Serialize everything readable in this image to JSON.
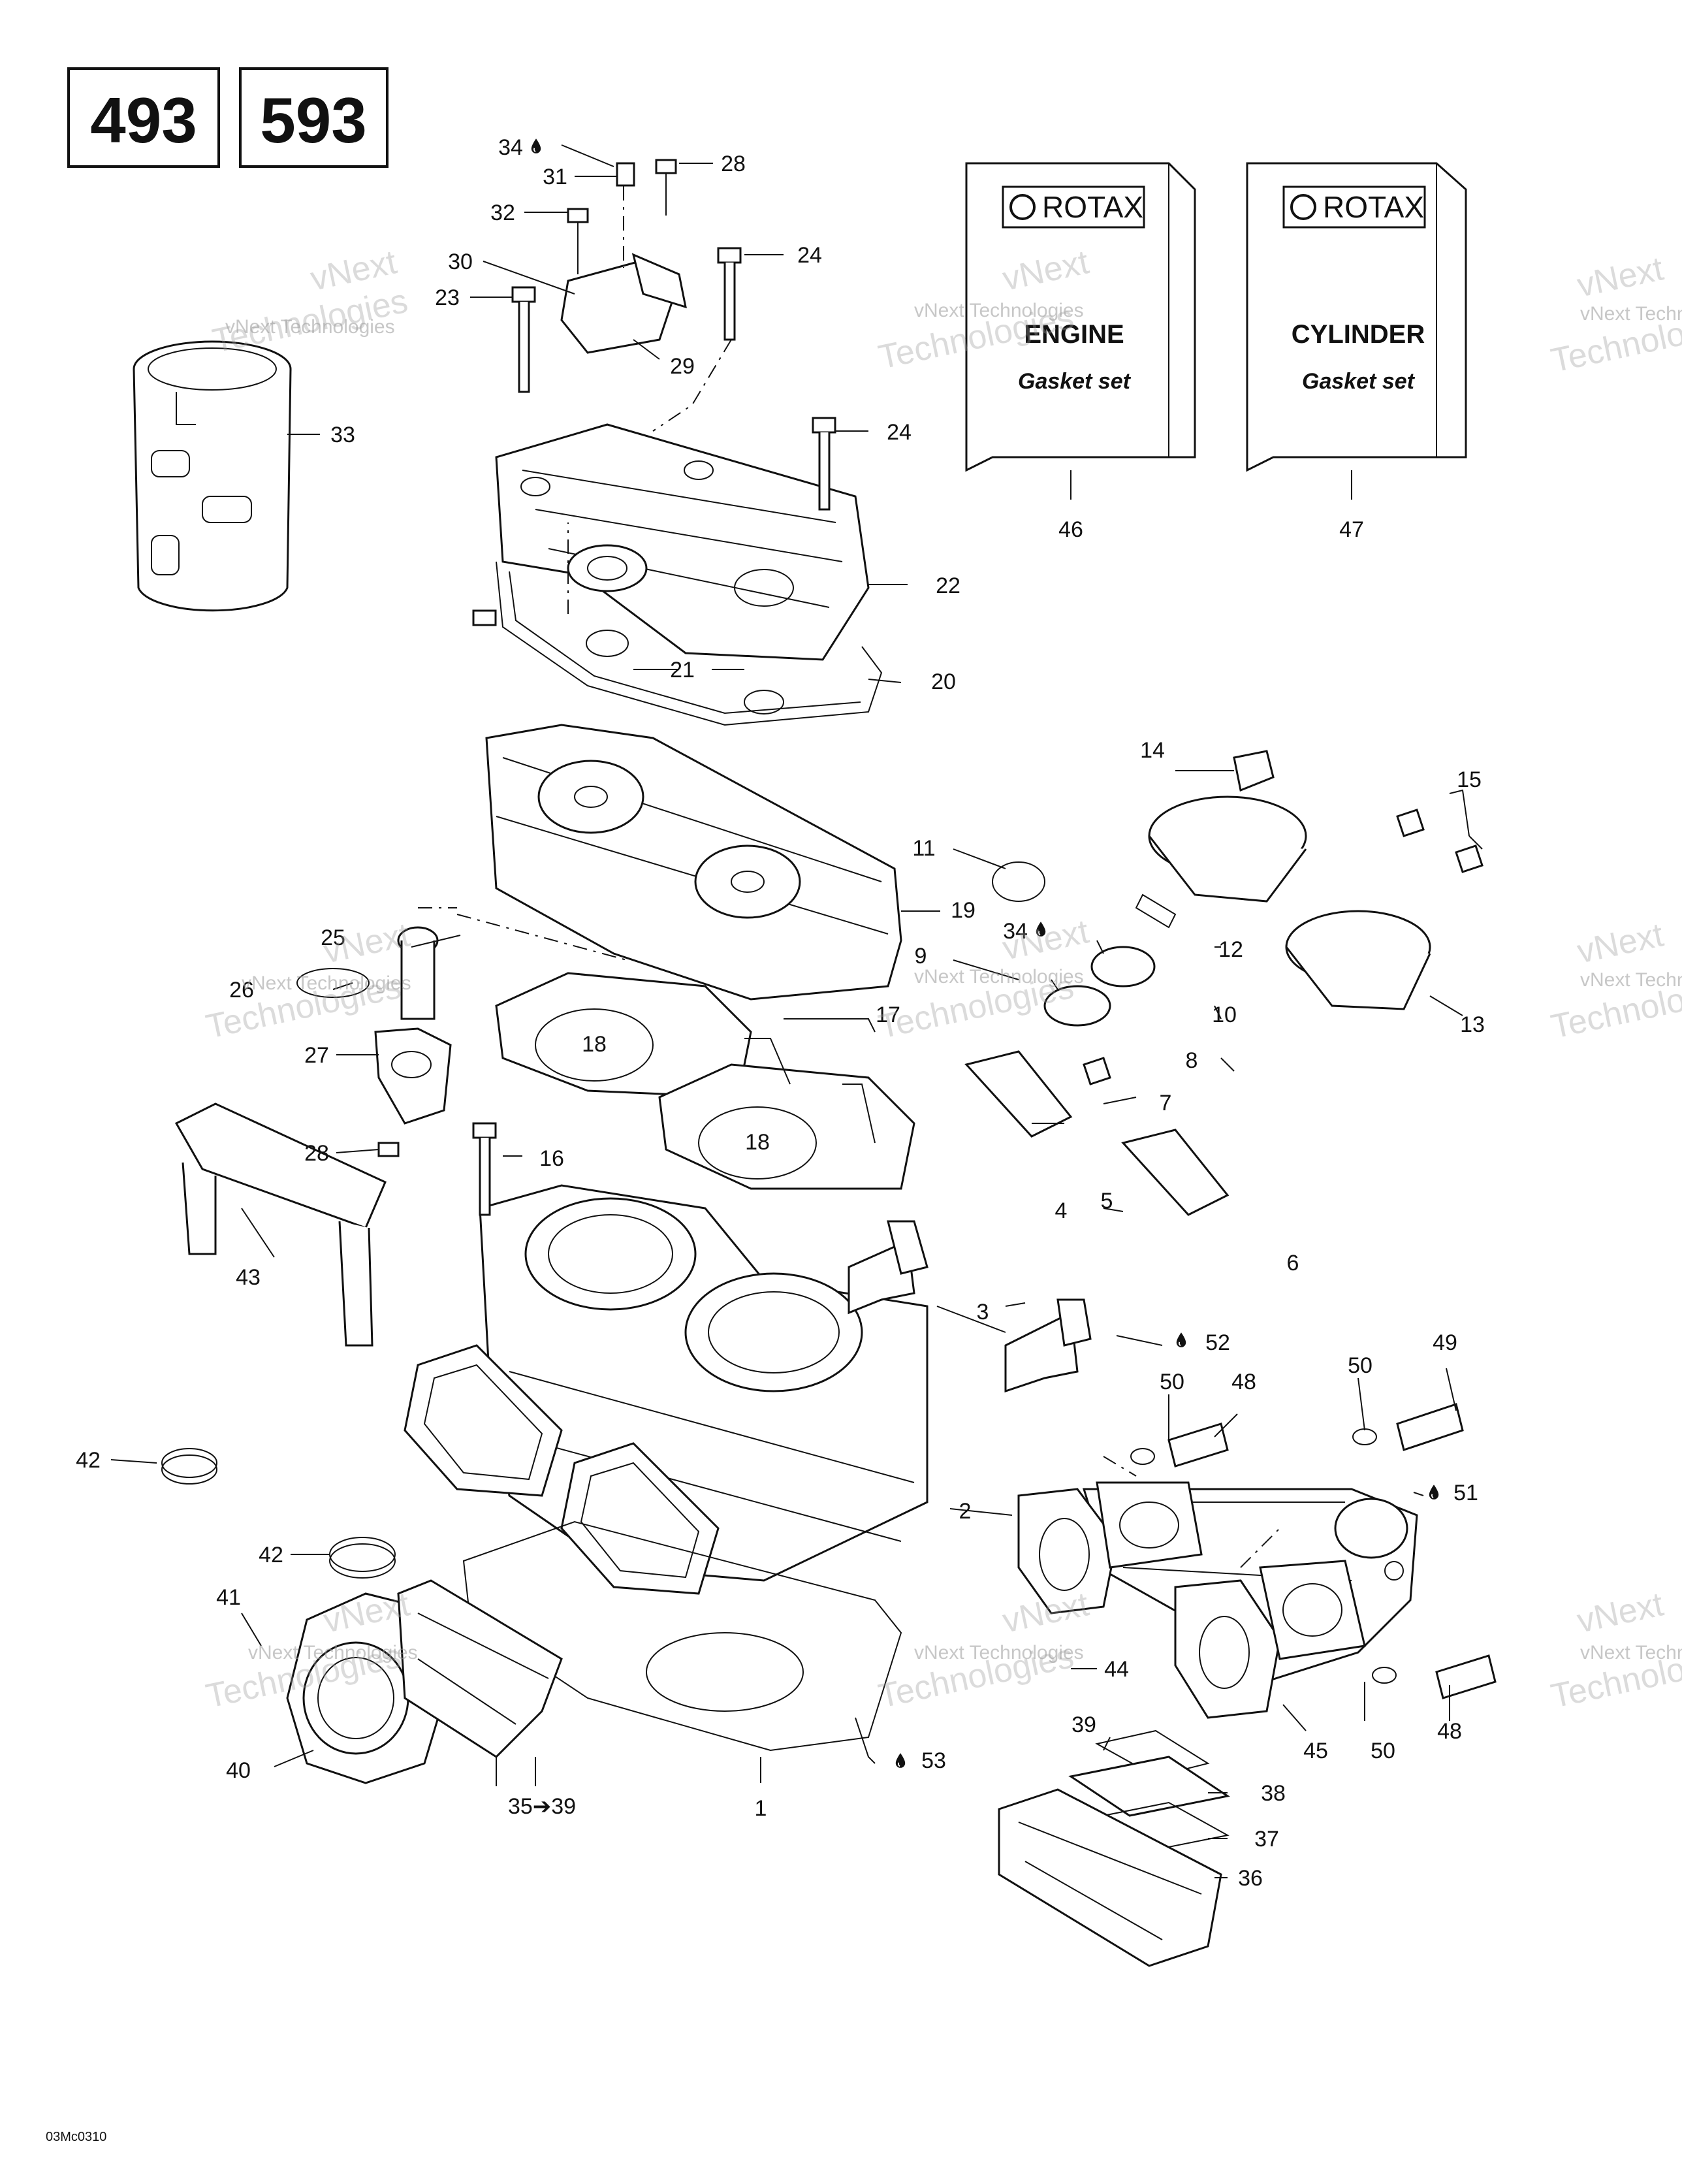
{
  "model_badges": [
    "493",
    "593"
  ],
  "kits": [
    {
      "brand": "ROTAX",
      "title": "ENGINE",
      "subtitle": "Gasket set",
      "callout": "46"
    },
    {
      "brand": "ROTAX",
      "title": "CYLINDER",
      "subtitle": "Gasket set",
      "callout": "47"
    }
  ],
  "callouts": {
    "c1": "1",
    "c2": "2",
    "c3": "3",
    "c4": "4",
    "c5": "5",
    "c6": "6",
    "c7": "7",
    "c8": "8",
    "c9": "9",
    "c10": "10",
    "c11": "11",
    "c12": "12",
    "c13": "13",
    "c14": "14",
    "c15": "15",
    "c16": "16",
    "c17": "17",
    "c18a": "18",
    "c18b": "18",
    "c19": "19",
    "c20": "20",
    "c21": "21",
    "c22": "22",
    "c23": "23",
    "c24a": "24",
    "c24b": "24",
    "c25": "25",
    "c26": "26",
    "c27": "27",
    "c28a": "28",
    "c28b": "28",
    "c29": "29",
    "c30": "30",
    "c31": "31",
    "c32": "32",
    "c33": "33",
    "c34a": "34",
    "c34b": "34",
    "c3539": "35➔39",
    "c36": "36",
    "c37": "37",
    "c38": "38",
    "c39": "39",
    "c40": "40",
    "c41": "41",
    "c42a": "42",
    "c42b": "42",
    "c43": "43",
    "c44": "44",
    "c45": "45",
    "c48a": "48",
    "c48b": "48",
    "c49": "49",
    "c50a": "50",
    "c50b": "50",
    "c50c": "50",
    "c51": "51",
    "c52": "52",
    "c53": "53"
  },
  "watermark": {
    "line1": "vNext Technologies",
    "line2": "vNext",
    "line3": "Technologies"
  },
  "drawing_code": "03Mc0310",
  "icons": {
    "lubricant": "drop-icon"
  }
}
